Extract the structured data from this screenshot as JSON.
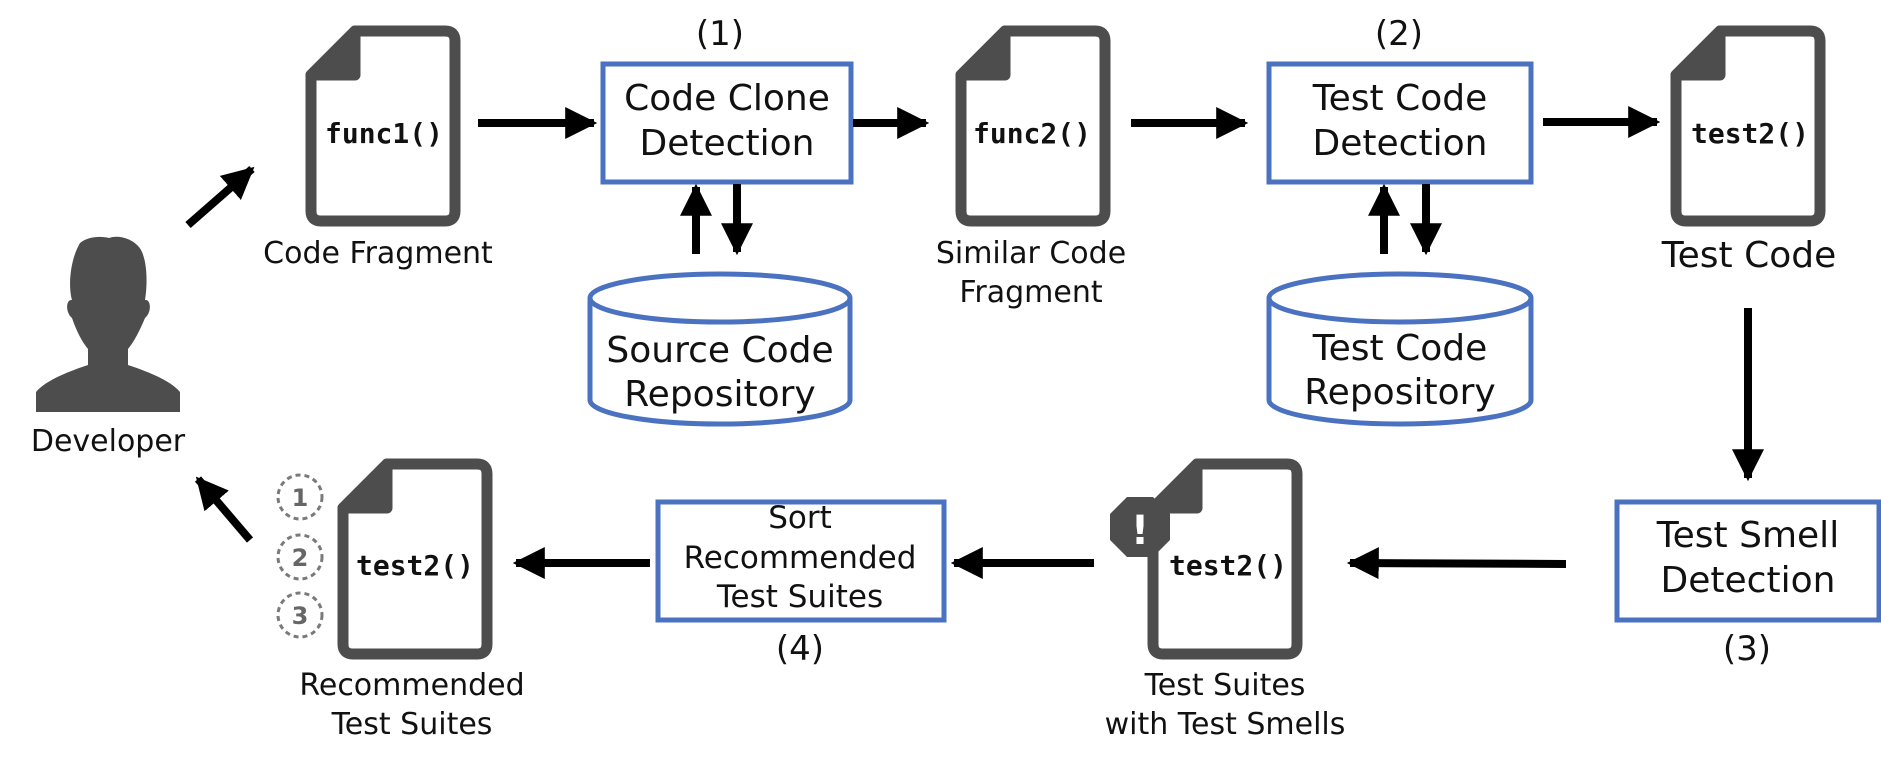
{
  "colors": {
    "box_stroke": "#4a72c0",
    "doc_stroke": "#4d4d4d",
    "arrow": "#000000",
    "person": "#4d4d4d",
    "rank_badge": "#7a7a7a"
  },
  "developer": {
    "label": "Developer",
    "icon": "person-icon"
  },
  "docs": {
    "func1": {
      "code": "func1()",
      "caption": [
        "Code Fragment"
      ]
    },
    "func2": {
      "code": "func2()",
      "caption": [
        "Similar Code",
        "Fragment"
      ]
    },
    "test_code": {
      "code": "test2()",
      "caption": [
        "Test Code"
      ]
    },
    "smelly": {
      "code": "test2()",
      "caption": [
        "Test Suites",
        "with Test Smells"
      ],
      "badge_icon": "warning-octagon-icon",
      "badge_symbol": "!"
    },
    "recommended": {
      "code": "test2()",
      "caption": [
        "Recommended",
        "Test Suites"
      ],
      "ranks": [
        "1",
        "2",
        "3"
      ]
    }
  },
  "steps": {
    "clone": {
      "num": "(1)",
      "lines": [
        "Code Clone",
        "Detection"
      ]
    },
    "test_detect": {
      "num": "(2)",
      "lines": [
        "Test Code",
        "Detection"
      ]
    },
    "smell": {
      "num": "(3)",
      "lines": [
        "Test Smell",
        "Detection"
      ]
    },
    "sort": {
      "num": "(4)",
      "lines": [
        "Sort",
        "Recommended",
        "Test Suites"
      ]
    }
  },
  "repos": {
    "source": {
      "lines": [
        "Source Code",
        "Repository"
      ]
    },
    "test": {
      "lines": [
        "Test Code",
        "Repository"
      ]
    }
  }
}
